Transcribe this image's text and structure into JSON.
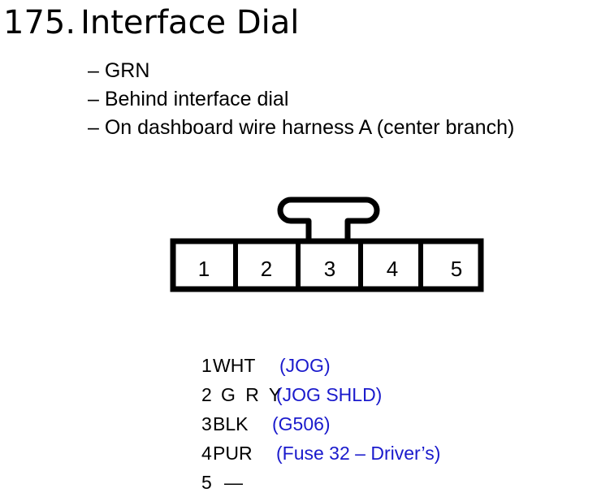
{
  "header": {
    "number": "175.",
    "title": "Interface Dial"
  },
  "details": [
    {
      "text": "– GRN"
    },
    {
      "text": "– Behind interface dial"
    },
    {
      "text": "– On dashboard wire harness A (center branch)"
    }
  ],
  "connector": {
    "cavities": [
      "1",
      "2",
      "3",
      "4",
      "5"
    ]
  },
  "pins": [
    {
      "pin": "1",
      "wire": "WHT",
      "note": "(JOG)"
    },
    {
      "pin": "2",
      "wire": "G R Y",
      "note": "(JOG SHLD)"
    },
    {
      "pin": "3",
      "wire": "BLK",
      "note": "(G506)"
    },
    {
      "pin": "4",
      "wire": "PUR",
      "note": "(Fuse 32 – Driver’s)"
    },
    {
      "pin": "5",
      "wire": "—",
      "note": ""
    }
  ]
}
